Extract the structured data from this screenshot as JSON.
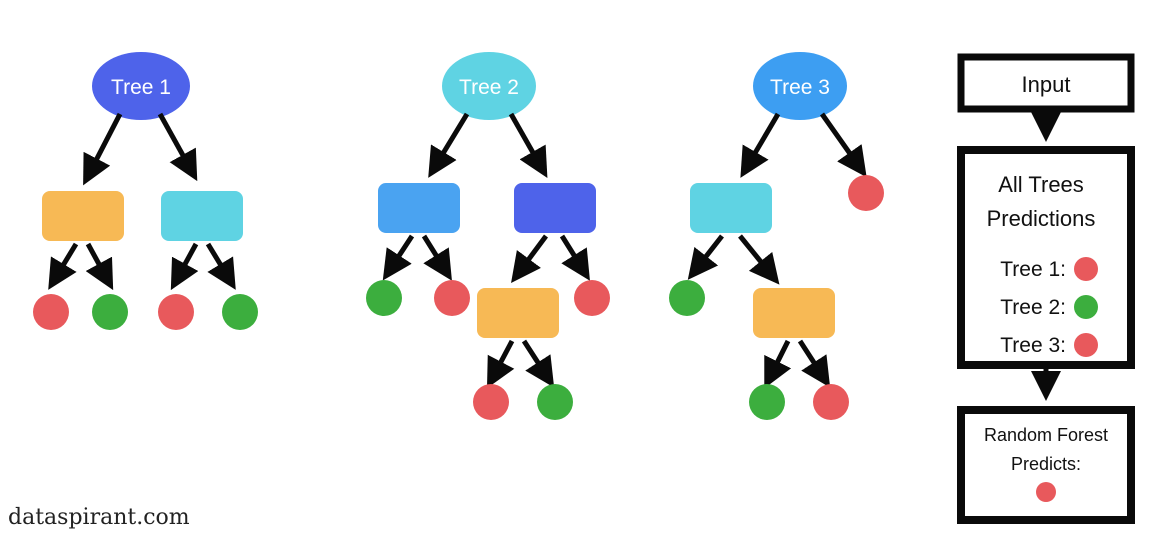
{
  "colors": {
    "red": "#e8595c",
    "green": "#3cae3e",
    "orange": "#f7b955",
    "cyan": "#5fd3e3",
    "sky": "#4aa3f1",
    "blue": "#4e63ea",
    "tree1": "#4e63ea",
    "tree2": "#5fd3e3",
    "tree3": "#3d9ef2",
    "ink": "#0a0a0a"
  },
  "trees": [
    {
      "label": "Tree 1",
      "color": "tree1"
    },
    {
      "label": "Tree 2",
      "color": "tree2"
    },
    {
      "label": "Tree 3",
      "color": "tree3"
    }
  ],
  "panel": {
    "input_label": "Input",
    "predictions_title_line1": "All Trees",
    "predictions_title_line2": "Predictions",
    "predictions": [
      {
        "label": "Tree 1:",
        "color": "red"
      },
      {
        "label": "Tree 2:",
        "color": "green"
      },
      {
        "label": "Tree 3:",
        "color": "red"
      }
    ],
    "result_line1": "Random Forest",
    "result_line2": "Predicts:",
    "result_color": "red"
  },
  "watermark": "dataspirant.com"
}
